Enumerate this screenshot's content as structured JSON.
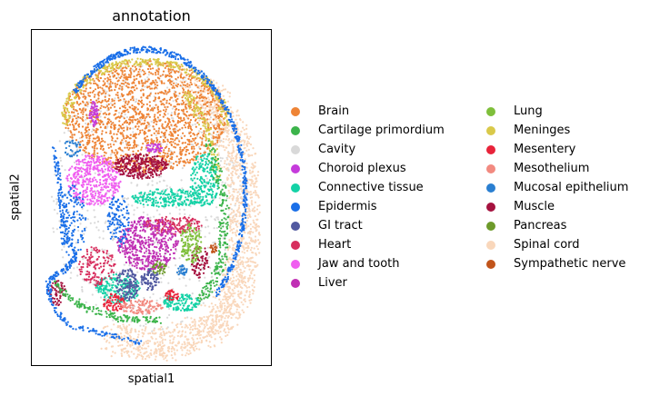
{
  "chart_data": {
    "type": "scatter",
    "title": "annotation",
    "xlabel": "spatial1",
    "ylabel": "spatial2",
    "grid": false,
    "legend_position": "right",
    "legend": [
      {
        "name": "Brain",
        "color": "#ee8436"
      },
      {
        "name": "Cartilage primordium",
        "color": "#3cb44b"
      },
      {
        "name": "Cavity",
        "color": "#d9d9d9"
      },
      {
        "name": "Choroid plexus",
        "color": "#c53bdb"
      },
      {
        "name": "Connective tissue",
        "color": "#14d2a6"
      },
      {
        "name": "Epidermis",
        "color": "#1a6fe8"
      },
      {
        "name": "GI tract",
        "color": "#5159a0"
      },
      {
        "name": "Heart",
        "color": "#d72f5e"
      },
      {
        "name": "Jaw and tooth",
        "color": "#f05ef0"
      },
      {
        "name": "Liver",
        "color": "#c02fb4"
      },
      {
        "name": "Lung",
        "color": "#7fbf3b"
      },
      {
        "name": "Meninges",
        "color": "#d9c94a"
      },
      {
        "name": "Mesentery",
        "color": "#e8233a"
      },
      {
        "name": "Mesothelium",
        "color": "#f28a80"
      },
      {
        "name": "Mucosal epithelium",
        "color": "#2a7fd1"
      },
      {
        "name": "Muscle",
        "color": "#a5123f"
      },
      {
        "name": "Pancreas",
        "color": "#6d9a2a"
      },
      {
        "name": "Spinal cord",
        "color": "#f9d7bb"
      },
      {
        "name": "Sympathetic nerve",
        "color": "#c1541b"
      }
    ]
  }
}
